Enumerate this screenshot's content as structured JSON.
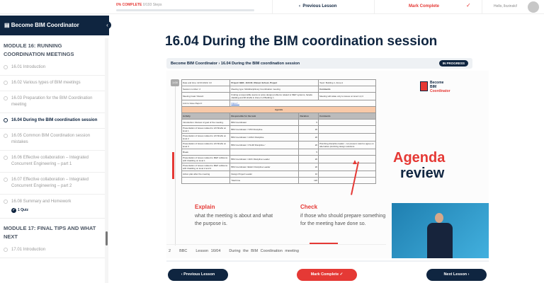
{
  "topbar": {
    "progress_pct_label": "0% COMPLETE",
    "steps": "0/193 Steps",
    "progress": 0,
    "prev_label": "Previous Lesson",
    "mark_label": "Mark Complete",
    "greeting": "Hello, llozinski!"
  },
  "sidebar": {
    "course_title": "Become BIM Coordinator",
    "module16": "MODULE 16: RUNNING COORDINATION MEETINGS",
    "items": [
      {
        "label": "16.01 Introduction"
      },
      {
        "label": "16.02 Various types of BIM meetings"
      },
      {
        "label": "16.03 Preparation for the BIM Coordination meeting"
      },
      {
        "label": "16.04 During the BIM coordination session"
      },
      {
        "label": "16.05 Common BIM Coordination session mistakes"
      },
      {
        "label": "16.06 Effective collaboration – Integrated Concurrent Engineering – part 1"
      },
      {
        "label": "16.07 Effective collaboration – Integrated Concurrent Engineering – part 2"
      },
      {
        "label": "16.08 Summary and Homework"
      }
    ],
    "quiz": "1 Quiz",
    "module17": "MODULE 17: FINAL TIPS AND WHAT NEXT",
    "next_item": "17.01 Introduction"
  },
  "main": {
    "title": "16.04 During the BIM coordination session",
    "breadcrumb": "Become BIM Coordinator › 16.04 During the BIM coordination session",
    "status": "IN PROGRESS"
  },
  "video": {
    "time": "1:00",
    "table": {
      "date": "Date and time: 22.03.2022; 10:",
      "project": "Project: BBC_112140_Ulleval_School_Project",
      "topic": "Topic: Building 1, Zone A",
      "session": "Session number: 2",
      "meeting_type": "Meeting type: Multidisciplinary Coordination meeting",
      "comments": "Comments",
      "goal_label": "Meeting Goal / Result:",
      "goal": "Finding a responsible teams to solve design problems related to MEP systems, facade cladding and lift shafts in Zone A of Building 1.",
      "goal_comment": "Meeting will relate only to issues on level 1,2,3",
      "link_label": "Link to Issue Report:",
      "agenda": "Agenda",
      "headers": [
        "Activity",
        "Responsible for the task",
        "Duration",
        "Comments"
      ],
      "rows": [
        [
          "Introduction. Review of goal of the meeting.",
          "BIM Coordinator",
          "5",
          ""
        ],
        [
          "Presentation of issues related to Lift Shafts on level 1",
          "BIM Coordinator / STR Discipline",
          "20",
          ""
        ],
        [
          "Presentation of issues related to Lift Shafts on level 2",
          "BIM Coordinator / HVAC Discipline",
          "20",
          ""
        ],
        [
          "Presentation of issues related to Lift Shafts on level 3",
          "BIM Coordinator / PLUM Discipline /",
          "20",
          "Plumbing discipline leader - not present. Hard to agree on alternative plumbing design solutions."
        ],
        [
          "Break",
          "",
          "5",
          ""
        ],
        [
          "Presentation of issues related to MEP collisions with Cladding on level 1",
          "BIM Coordinator / ARC Discipline Leader",
          "20",
          ""
        ],
        [
          "Presentation of issues related to MEP collisions with Cladding on level 2 and 3",
          "BIM Coordinator /ELEC Discipline Leader",
          "20",
          ""
        ],
        [
          "Action plan after the meeting",
          "Design Project Leader",
          "10",
          ""
        ],
        [
          "",
          "Total time",
          "120",
          ""
        ]
      ]
    },
    "logo": [
      "Become",
      "BIM",
      "Coordinator"
    ],
    "agenda_word": "Agenda",
    "review_word": "review",
    "explain_title": "Explain",
    "explain_text": "what the meeting is about and what the purpose is.",
    "check_title": "Check",
    "check_text": "if those who should prepare something for the meeting have done so.",
    "footer": [
      "2",
      "BBC",
      "Lesson 16/04",
      "During the BIM Coordination meeting"
    ]
  },
  "bottom": {
    "prev": "‹  Previous Lesson",
    "mark": "Mark Complete  ✓",
    "next": "Next Lesson  ›"
  }
}
